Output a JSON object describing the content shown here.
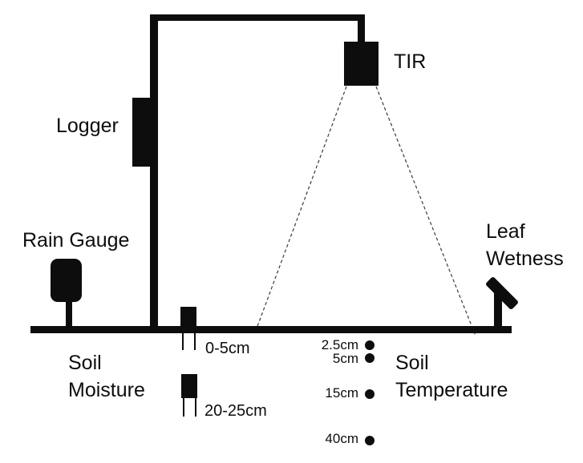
{
  "diagram": {
    "description": "Field monitoring station schematic with logger mast, thermal infrared sensor, rain gauge, leaf wetness sensor, soil moisture probes and soil temperature sensors",
    "ink_color": "#0d0d0d",
    "background_color": "#ffffff",
    "fov_line_color": "#3a3a3a",
    "station": {
      "logger_label": "Logger",
      "tir_label": "TIR",
      "rain_gauge_label": "Rain Gauge",
      "leaf_wetness_label_line1": "Leaf",
      "leaf_wetness_label_line2": "Wetness"
    },
    "soil_moisture": {
      "label_line1": "Soil",
      "label_line2": "Moisture",
      "depths": [
        "0-5cm",
        "20-25cm"
      ]
    },
    "soil_temperature": {
      "label_line1": "Soil",
      "label_line2": "Temperature",
      "depths": [
        "2.5cm",
        "5cm",
        "15cm",
        "40cm"
      ]
    }
  }
}
